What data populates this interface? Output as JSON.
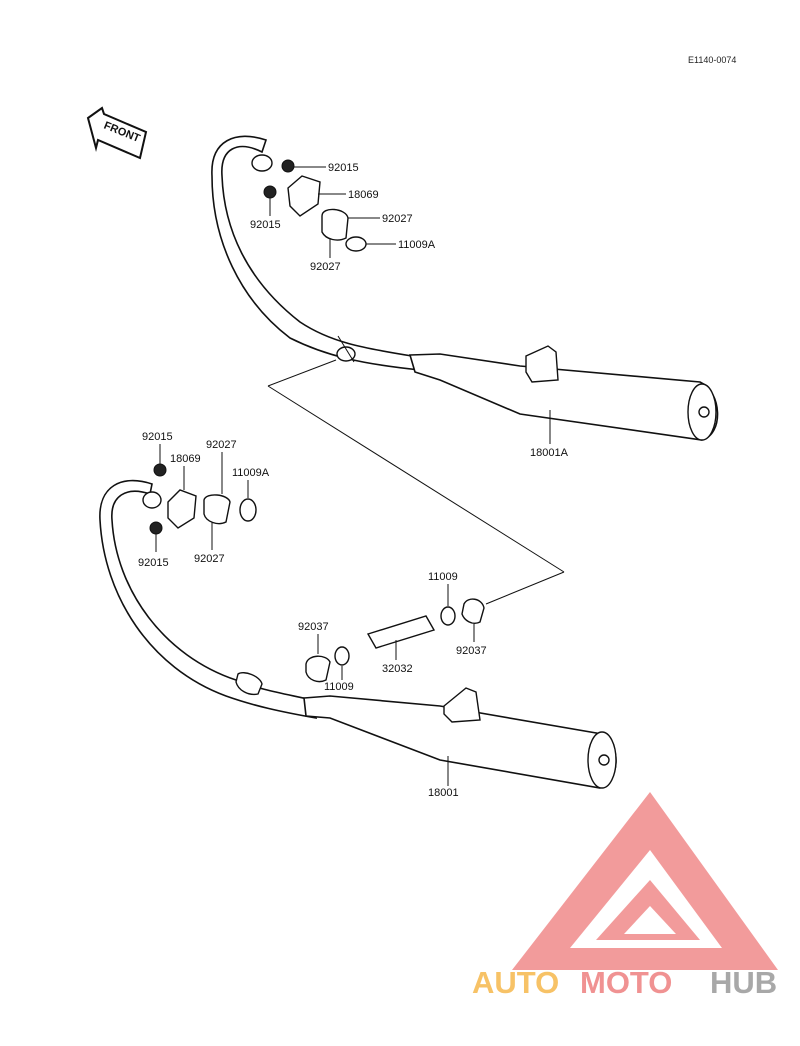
{
  "diagram": {
    "ref_code": "E1140-0074",
    "front_label": "FRONT",
    "upper_labels": {
      "nut_top": "92015",
      "holder": "18069",
      "nut_left": "92015",
      "collar_right": "92027",
      "collar_bottom": "92027",
      "gasket": "11009A",
      "muffler": "18001A"
    },
    "lower_labels": {
      "nut_top": "92015",
      "holder": "18069",
      "collar_top": "92027",
      "gasket": "11009A",
      "nut_bottom": "92015",
      "collar_bottom": "92027",
      "muffler": "18001"
    },
    "connector_labels": {
      "gasket_top": "11009",
      "clamp_right": "92037",
      "clamp_left": "92037",
      "pipe": "32032",
      "gasket_bottom": "11009"
    },
    "watermark": {
      "part1": "AUTO",
      "part2": "MOTO",
      "part3": "HUB",
      "colors": {
        "auto": "#f6b84c",
        "moto": "#ee7f7f",
        "hub": "#9a9a9a",
        "logo": "#f08a8a"
      }
    }
  }
}
